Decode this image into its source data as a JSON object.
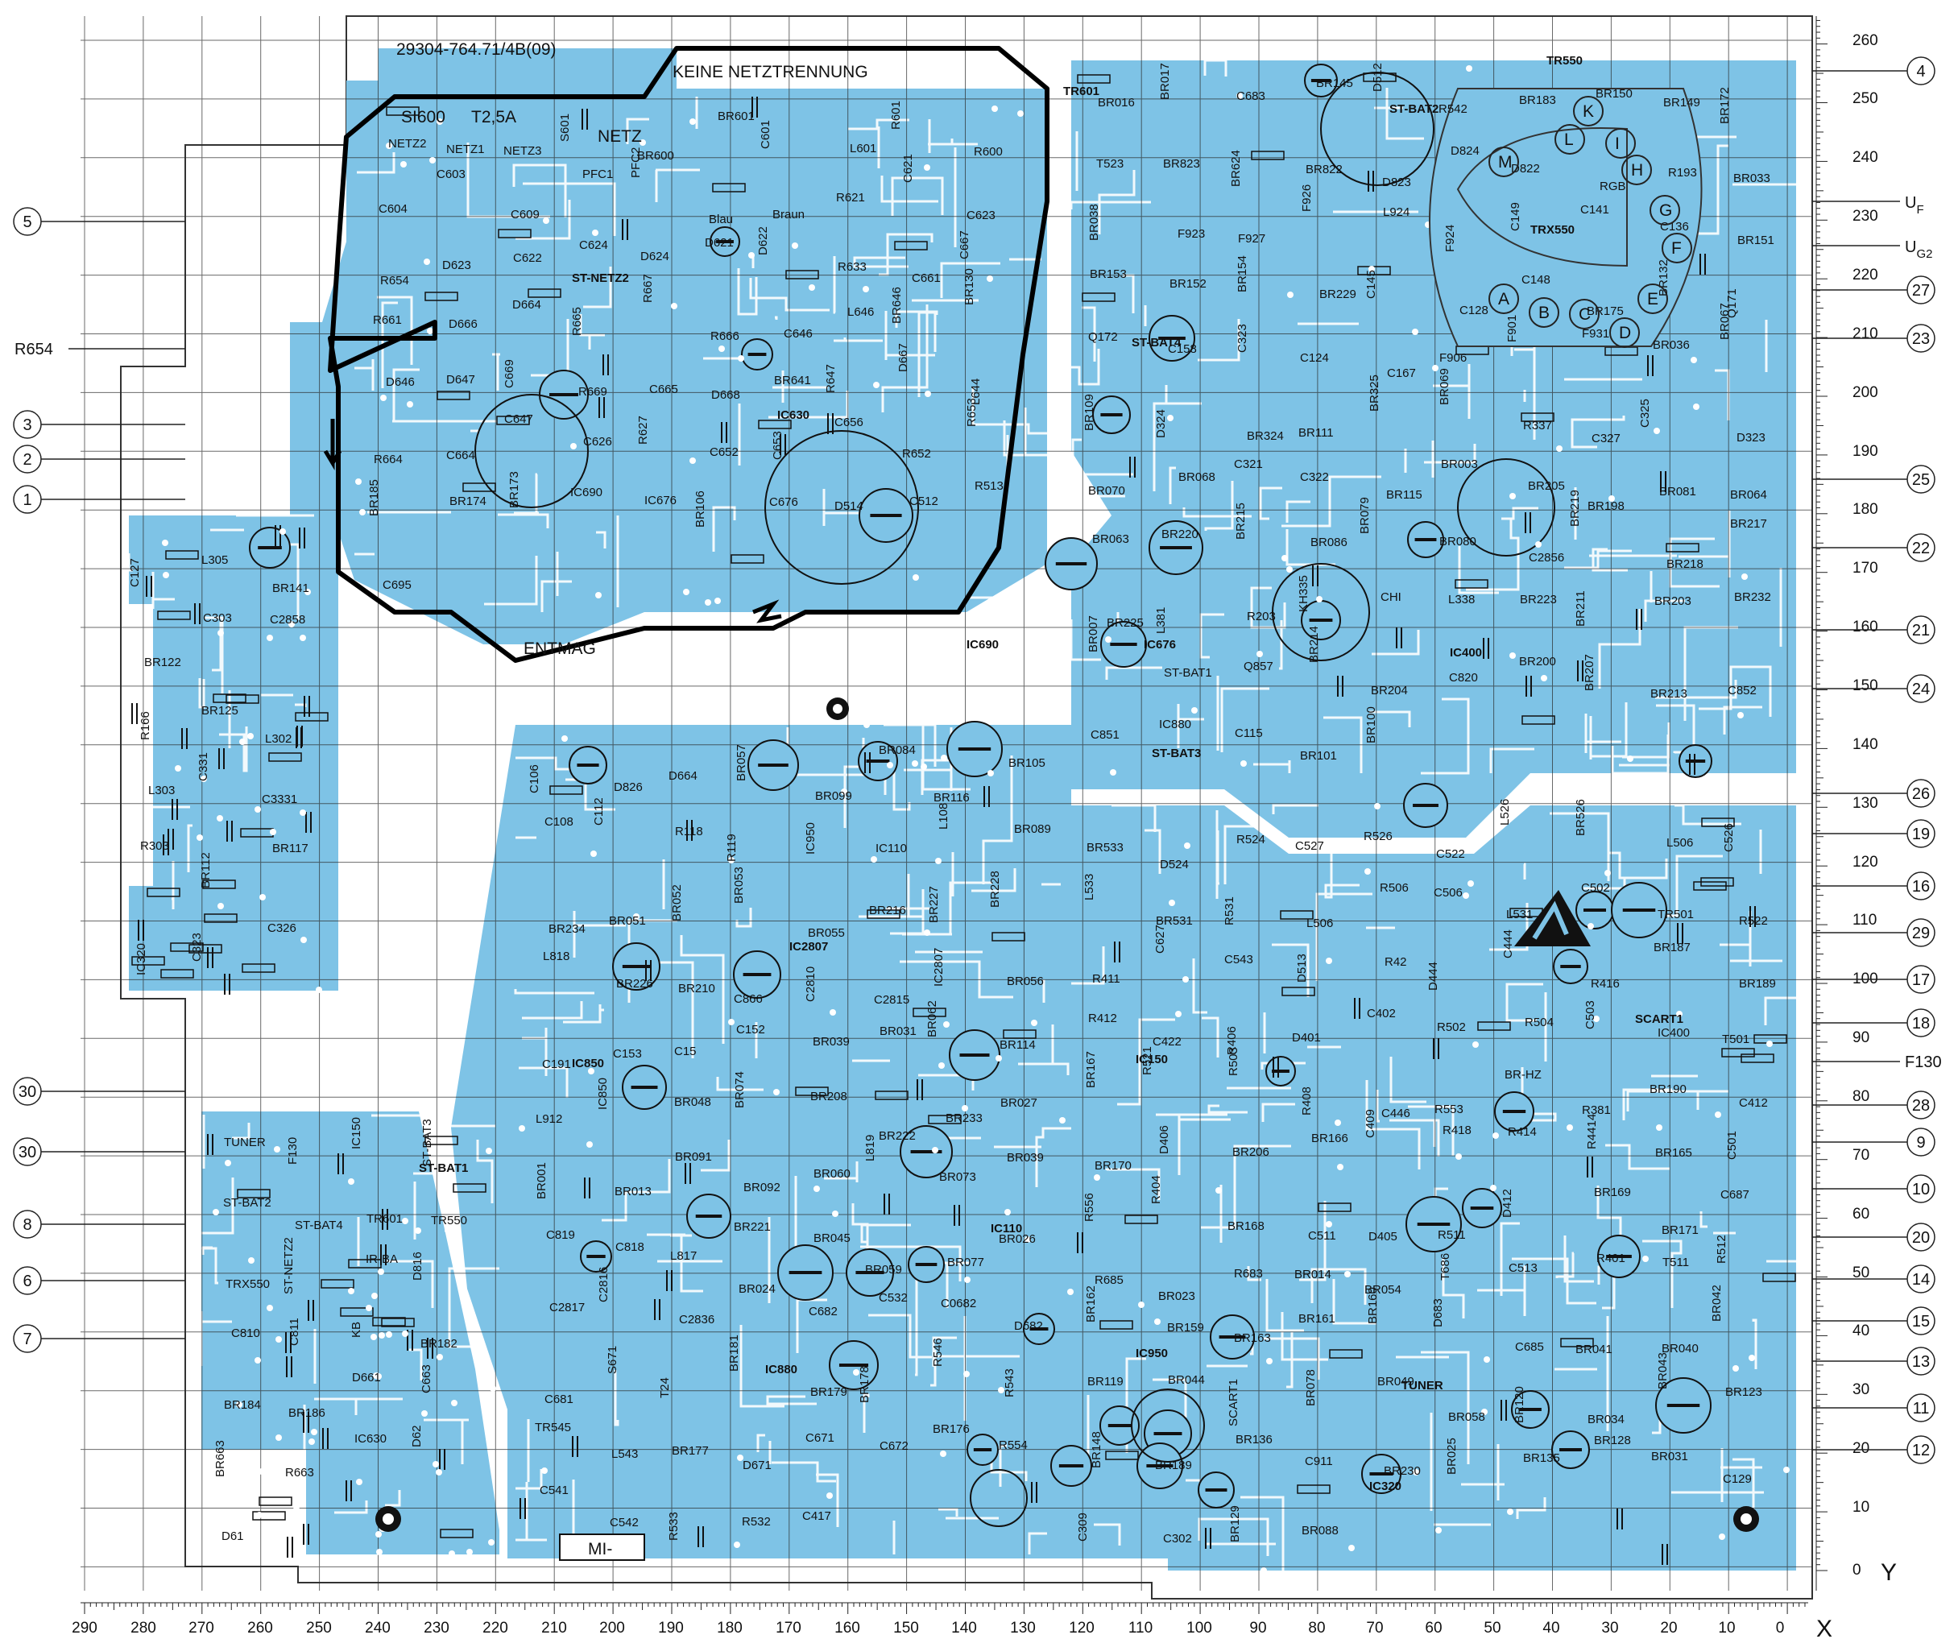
{
  "meta": {
    "colors": {
      "copper": "#7ec3e6",
      "copper_dark": "#5fb0dc",
      "ink": "#111111",
      "grid": "#2a2a2a",
      "paper": "#ffffff"
    }
  },
  "board": {
    "drawing_number": "29304-764.71/4B(09)",
    "warning_text": "KEINE NETZTRENNUNG",
    "fuse_label": "SI600",
    "fuse_rating": "T2,5A",
    "mains_label": "NETZ",
    "degauss_label": "ENTMAG",
    "mi_label": "MI-",
    "ic_labels": [
      "IC150",
      "IC110",
      "IC2807",
      "IC950",
      "IC850",
      "IC320",
      "IC400",
      "IC690",
      "IC676",
      "IC630",
      "IC880"
    ],
    "transformer_labels": [
      "TRX550",
      "TR550",
      "TR601"
    ],
    "connector_labels": [
      "SCART1",
      "TUNER",
      "ST-BAT1",
      "ST-BAT2",
      "ST-BAT3",
      "ST-BAT4",
      "ST-NETZ2"
    ]
  },
  "axes": {
    "x_title": "X",
    "y_title": "Y",
    "x_ticks": [
      "290",
      "280",
      "270",
      "260",
      "250",
      "240",
      "230",
      "220",
      "210",
      "200",
      "190",
      "180",
      "170",
      "160",
      "150",
      "140",
      "130",
      "120",
      "110",
      "100",
      "90",
      "80",
      "70",
      "60",
      "50",
      "40",
      "30",
      "20",
      "10",
      "0"
    ],
    "y_ticks": [
      "260",
      "250",
      "240",
      "230",
      "220",
      "210",
      "200",
      "190",
      "180",
      "170",
      "160",
      "150",
      "140",
      "130",
      "120",
      "110",
      "100",
      "90",
      "80",
      "70",
      "60",
      "50",
      "40",
      "30",
      "20",
      "10",
      "0"
    ]
  },
  "callouts_left": [
    {
      "label": "5"
    },
    {
      "label": "R654"
    },
    {
      "label": "3"
    },
    {
      "label": "2"
    },
    {
      "label": "1"
    },
    {
      "label": "30"
    },
    {
      "label": "30"
    },
    {
      "label": "8"
    },
    {
      "label": "6"
    },
    {
      "label": "7"
    }
  ],
  "callouts_right": [
    {
      "label": "4"
    },
    {
      "label": "UF",
      "base": "U",
      "sub": "F"
    },
    {
      "label": "UG2",
      "base": "U",
      "sub": "G2"
    },
    {
      "label": "27"
    },
    {
      "label": "23"
    },
    {
      "label": "25"
    },
    {
      "label": "22"
    },
    {
      "label": "21"
    },
    {
      "label": "24"
    },
    {
      "label": "26"
    },
    {
      "label": "19"
    },
    {
      "label": "16"
    },
    {
      "label": "29"
    },
    {
      "label": "17"
    },
    {
      "label": "18"
    },
    {
      "label": "F130"
    },
    {
      "label": "28"
    },
    {
      "label": "9"
    },
    {
      "label": "10"
    },
    {
      "label": "20"
    },
    {
      "label": "14"
    },
    {
      "label": "15"
    },
    {
      "label": "13"
    },
    {
      "label": "11"
    },
    {
      "label": "12"
    }
  ],
  "crt_pins": [
    "K",
    "L",
    "I",
    "H",
    "G",
    "F",
    "E",
    "D",
    "C",
    "B",
    "A",
    "M"
  ],
  "component_labels": [
    {
      "t": "NETZ2"
    },
    {
      "t": "NETZ1"
    },
    {
      "t": "NETZ3"
    },
    {
      "t": "S601"
    },
    {
      "t": "BR600"
    },
    {
      "t": "BR601"
    },
    {
      "t": "C601"
    },
    {
      "t": "L601"
    },
    {
      "t": "R601"
    },
    {
      "t": "R600"
    },
    {
      "t": "C604"
    },
    {
      "t": "C603"
    },
    {
      "t": "C609"
    },
    {
      "t": "PFC1"
    },
    {
      "t": "PFC2"
    },
    {
      "t": "Blau"
    },
    {
      "t": "Braun"
    },
    {
      "t": "R621"
    },
    {
      "t": "C621"
    },
    {
      "t": "C623"
    },
    {
      "t": "R654"
    },
    {
      "t": "D623"
    },
    {
      "t": "C622"
    },
    {
      "t": "C624"
    },
    {
      "t": "D624"
    },
    {
      "t": "D621"
    },
    {
      "t": "D622"
    },
    {
      "t": "R633"
    },
    {
      "t": "C661"
    },
    {
      "t": "C667"
    },
    {
      "t": "R661"
    },
    {
      "t": "D666"
    },
    {
      "t": "D664"
    },
    {
      "t": "R665"
    },
    {
      "t": "R667"
    },
    {
      "t": "R666"
    },
    {
      "t": "C646"
    },
    {
      "t": "L646"
    },
    {
      "t": "BR646"
    },
    {
      "t": "BR130"
    },
    {
      "t": "D646"
    },
    {
      "t": "D647"
    },
    {
      "t": "C669"
    },
    {
      "t": "R669"
    },
    {
      "t": "C665"
    },
    {
      "t": "D668"
    },
    {
      "t": "BR641"
    },
    {
      "t": "R647"
    },
    {
      "t": "D667"
    },
    {
      "t": "L644"
    },
    {
      "t": "R664"
    },
    {
      "t": "C664"
    },
    {
      "t": "C647"
    },
    {
      "t": "C626"
    },
    {
      "t": "R627"
    },
    {
      "t": "C652"
    },
    {
      "t": "C653"
    },
    {
      "t": "C656"
    },
    {
      "t": "R652"
    },
    {
      "t": "R653"
    },
    {
      "t": "BR185"
    },
    {
      "t": "BR174"
    },
    {
      "t": "BR173"
    },
    {
      "t": "IC690"
    },
    {
      "t": "IC676"
    },
    {
      "t": "BR106"
    },
    {
      "t": "C676"
    },
    {
      "t": "D514"
    },
    {
      "t": "C512"
    },
    {
      "t": "R513"
    },
    {
      "t": "C695"
    },
    {
      "t": "BR016"
    },
    {
      "t": "BR017"
    },
    {
      "t": "C683"
    },
    {
      "t": "BR145"
    },
    {
      "t": "D512"
    },
    {
      "t": "R542"
    },
    {
      "t": "BR183"
    },
    {
      "t": "BR150"
    },
    {
      "t": "BR149"
    },
    {
      "t": "BR172"
    },
    {
      "t": "T523"
    },
    {
      "t": "BR823"
    },
    {
      "t": "BR624"
    },
    {
      "t": "BR822"
    },
    {
      "t": "D823"
    },
    {
      "t": "D824"
    },
    {
      "t": "D822"
    },
    {
      "t": "RGB"
    },
    {
      "t": "R193"
    },
    {
      "t": "BR033"
    },
    {
      "t": "BR038"
    },
    {
      "t": "F923"
    },
    {
      "t": "F927"
    },
    {
      "t": "F926"
    },
    {
      "t": "L924"
    },
    {
      "t": "F924"
    },
    {
      "t": "C149"
    },
    {
      "t": "C141"
    },
    {
      "t": "C136"
    },
    {
      "t": "BR151"
    },
    {
      "t": "BR153"
    },
    {
      "t": "BR152"
    },
    {
      "t": "BR154"
    },
    {
      "t": "BR229"
    },
    {
      "t": "C145"
    },
    {
      "t": "C128"
    },
    {
      "t": "C148"
    },
    {
      "t": "BR175"
    },
    {
      "t": "BR132"
    },
    {
      "t": "Q171"
    },
    {
      "t": "Q172"
    },
    {
      "t": "C158"
    },
    {
      "t": "C323"
    },
    {
      "t": "C124"
    },
    {
      "t": "C167"
    },
    {
      "t": "F906"
    },
    {
      "t": "F901"
    },
    {
      "t": "F931"
    },
    {
      "t": "BR036"
    },
    {
      "t": "BR067"
    },
    {
      "t": "BR109"
    },
    {
      "t": "D324"
    },
    {
      "t": "BR324"
    },
    {
      "t": "BR111"
    },
    {
      "t": "BR325"
    },
    {
      "t": "BR069"
    },
    {
      "t": "R337"
    },
    {
      "t": "C327"
    },
    {
      "t": "C325"
    },
    {
      "t": "D323"
    },
    {
      "t": "BR070"
    },
    {
      "t": "BR068"
    },
    {
      "t": "C321"
    },
    {
      "t": "C322"
    },
    {
      "t": "BR115"
    },
    {
      "t": "BR003"
    },
    {
      "t": "BR205"
    },
    {
      "t": "BR198"
    },
    {
      "t": "BR081"
    },
    {
      "t": "BR064"
    },
    {
      "t": "BR063"
    },
    {
      "t": "BR220"
    },
    {
      "t": "BR215"
    },
    {
      "t": "BR086"
    },
    {
      "t": "BR079"
    },
    {
      "t": "BR080"
    },
    {
      "t": "C2856"
    },
    {
      "t": "BR219"
    },
    {
      "t": "BR218"
    },
    {
      "t": "BR217"
    },
    {
      "t": "BR225"
    },
    {
      "t": "L381"
    },
    {
      "t": "R203"
    },
    {
      "t": "KH335"
    },
    {
      "t": "CHI"
    },
    {
      "t": "L338"
    },
    {
      "t": "BR223"
    },
    {
      "t": "BR211"
    },
    {
      "t": "BR203"
    },
    {
      "t": "BR232"
    },
    {
      "t": "BR007"
    },
    {
      "t": "ST-BAT1"
    },
    {
      "t": "Q857"
    },
    {
      "t": "BR214"
    },
    {
      "t": "BR204"
    },
    {
      "t": "C820"
    },
    {
      "t": "BR200"
    },
    {
      "t": "BR207"
    },
    {
      "t": "BR213"
    },
    {
      "t": "C852"
    },
    {
      "t": "C851"
    },
    {
      "t": "IC880"
    },
    {
      "t": "C115"
    },
    {
      "t": "BR101"
    },
    {
      "t": "BR100"
    },
    {
      "t": "C106"
    },
    {
      "t": "D826"
    },
    {
      "t": "D664"
    },
    {
      "t": "BR057"
    },
    {
      "t": "BR099"
    },
    {
      "t": "BR084"
    },
    {
      "t": "BR116"
    },
    {
      "t": "BR105"
    },
    {
      "t": "C108"
    },
    {
      "t": "C112"
    },
    {
      "t": "R118"
    },
    {
      "t": "R119"
    },
    {
      "t": "IC950"
    },
    {
      "t": "IC110"
    },
    {
      "t": "L108"
    },
    {
      "t": "BR089"
    },
    {
      "t": "BR234"
    },
    {
      "t": "BR051"
    },
    {
      "t": "BR052"
    },
    {
      "t": "BR053"
    },
    {
      "t": "BR055"
    },
    {
      "t": "BR216"
    },
    {
      "t": "BR227"
    },
    {
      "t": "BR228"
    },
    {
      "t": "L818"
    },
    {
      "t": "BR226"
    },
    {
      "t": "BR210"
    },
    {
      "t": "C866"
    },
    {
      "t": "C2810"
    },
    {
      "t": "C2815"
    },
    {
      "t": "IC2807"
    },
    {
      "t": "BR056"
    },
    {
      "t": "C191"
    },
    {
      "t": "C153"
    },
    {
      "t": "C15"
    },
    {
      "t": "C152"
    },
    {
      "t": "BR039"
    },
    {
      "t": "BR031"
    },
    {
      "t": "BR062"
    },
    {
      "t": "BR114"
    },
    {
      "t": "L912"
    },
    {
      "t": "IC850"
    },
    {
      "t": "BR048"
    },
    {
      "t": "BR074"
    },
    {
      "t": "BR208"
    },
    {
      "t": "BR222"
    },
    {
      "t": "BR233"
    },
    {
      "t": "BR027"
    },
    {
      "t": "BR001"
    },
    {
      "t": "BR013"
    },
    {
      "t": "BR091"
    },
    {
      "t": "BR092"
    },
    {
      "t": "BR060"
    },
    {
      "t": "L819"
    },
    {
      "t": "BR073"
    },
    {
      "t": "BR039"
    },
    {
      "t": "C819"
    },
    {
      "t": "C818"
    },
    {
      "t": "L817"
    },
    {
      "t": "BR221"
    },
    {
      "t": "BR045"
    },
    {
      "t": "BR059"
    },
    {
      "t": "BR077"
    },
    {
      "t": "BR026"
    },
    {
      "t": "C2817"
    },
    {
      "t": "C2816"
    },
    {
      "t": "C2836"
    },
    {
      "t": "BR024"
    },
    {
      "t": "C682"
    },
    {
      "t": "C532"
    },
    {
      "t": "C0682"
    },
    {
      "t": "D682"
    },
    {
      "t": "C681"
    },
    {
      "t": "S671"
    },
    {
      "t": "T24"
    },
    {
      "t": "BR181"
    },
    {
      "t": "BR179"
    },
    {
      "t": "BR178"
    },
    {
      "t": "R546"
    },
    {
      "t": "R543"
    },
    {
      "t": "TR545"
    },
    {
      "t": "L543"
    },
    {
      "t": "BR177"
    },
    {
      "t": "D671"
    },
    {
      "t": "C671"
    },
    {
      "t": "C672"
    },
    {
      "t": "BR176"
    },
    {
      "t": "R554"
    },
    {
      "t": "C541"
    },
    {
      "t": "C542"
    },
    {
      "t": "R533"
    },
    {
      "t": "R532"
    },
    {
      "t": "C417"
    },
    {
      "t": "BR533"
    },
    {
      "t": "D524"
    },
    {
      "t": "R524"
    },
    {
      "t": "C527"
    },
    {
      "t": "R526"
    },
    {
      "t": "C522"
    },
    {
      "t": "L526"
    },
    {
      "t": "BR526"
    },
    {
      "t": "L506"
    },
    {
      "t": "C526"
    },
    {
      "t": "L533"
    },
    {
      "t": "BR531"
    },
    {
      "t": "R531"
    },
    {
      "t": "L506"
    },
    {
      "t": "R506"
    },
    {
      "t": "C506"
    },
    {
      "t": "L531"
    },
    {
      "t": "C502"
    },
    {
      "t": "TR501"
    },
    {
      "t": "R522"
    },
    {
      "t": "R411"
    },
    {
      "t": "C627"
    },
    {
      "t": "C543"
    },
    {
      "t": "D513"
    },
    {
      "t": "R42"
    },
    {
      "t": "D444"
    },
    {
      "t": "C444"
    },
    {
      "t": "R416"
    },
    {
      "t": "BR187"
    },
    {
      "t": "BR189"
    },
    {
      "t": "R412"
    },
    {
      "t": "C422"
    },
    {
      "t": "R406"
    },
    {
      "t": "D401"
    },
    {
      "t": "C402"
    },
    {
      "t": "R502"
    },
    {
      "t": "R504"
    },
    {
      "t": "C503"
    },
    {
      "t": "IC400"
    },
    {
      "t": "T501"
    },
    {
      "t": "BR167"
    },
    {
      "t": "R521"
    },
    {
      "t": "R503"
    },
    {
      "t": "R408"
    },
    {
      "t": "C446"
    },
    {
      "t": "R553"
    },
    {
      "t": "BR-HZ"
    },
    {
      "t": "R381"
    },
    {
      "t": "BR190"
    },
    {
      "t": "C412"
    },
    {
      "t": "BR170"
    },
    {
      "t": "D406"
    },
    {
      "t": "BR206"
    },
    {
      "t": "BR166"
    },
    {
      "t": "C409"
    },
    {
      "t": "R418"
    },
    {
      "t": "R414"
    },
    {
      "t": "R4414"
    },
    {
      "t": "BR165"
    },
    {
      "t": "C501"
    },
    {
      "t": "R556"
    },
    {
      "t": "R404"
    },
    {
      "t": "BR168"
    },
    {
      "t": "C511"
    },
    {
      "t": "D405"
    },
    {
      "t": "R511"
    },
    {
      "t": "D412"
    },
    {
      "t": "BR169"
    },
    {
      "t": "BR171"
    },
    {
      "t": "C687"
    },
    {
      "t": "R685"
    },
    {
      "t": "BR023"
    },
    {
      "t": "R683"
    },
    {
      "t": "BR014"
    },
    {
      "t": "BR054"
    },
    {
      "t": "T686"
    },
    {
      "t": "C513"
    },
    {
      "t": "R401"
    },
    {
      "t": "T511"
    },
    {
      "t": "R512"
    },
    {
      "t": "BR162"
    },
    {
      "t": "BR159"
    },
    {
      "t": "BR163"
    },
    {
      "t": "BR161"
    },
    {
      "t": "BR160"
    },
    {
      "t": "D683"
    },
    {
      "t": "C685"
    },
    {
      "t": "BR041"
    },
    {
      "t": "BR040"
    },
    {
      "t": "BR042"
    },
    {
      "t": "BR119"
    },
    {
      "t": "BR044"
    },
    {
      "t": "SCART1"
    },
    {
      "t": "BR078"
    },
    {
      "t": "BR049"
    },
    {
      "t": "BR058"
    },
    {
      "t": "BR120"
    },
    {
      "t": "BR034"
    },
    {
      "t": "BR043"
    },
    {
      "t": "BR123"
    },
    {
      "t": "BR148"
    },
    {
      "t": "BR189"
    },
    {
      "t": "BR136"
    },
    {
      "t": "C911"
    },
    {
      "t": "BR230"
    },
    {
      "t": "BR025"
    },
    {
      "t": "BR135"
    },
    {
      "t": "BR128"
    },
    {
      "t": "BR031"
    },
    {
      "t": "C129"
    },
    {
      "t": "C309"
    },
    {
      "t": "C302"
    },
    {
      "t": "BR129"
    },
    {
      "t": "BR088"
    },
    {
      "t": "C127"
    },
    {
      "t": "L305"
    },
    {
      "t": "BR141"
    },
    {
      "t": "BR122"
    },
    {
      "t": "C303"
    },
    {
      "t": "C2858"
    },
    {
      "t": "R166"
    },
    {
      "t": "BR125"
    },
    {
      "t": "L302"
    },
    {
      "t": "L303"
    },
    {
      "t": "C331"
    },
    {
      "t": "C3331"
    },
    {
      "t": "R303"
    },
    {
      "t": "BR112"
    },
    {
      "t": "BR117"
    },
    {
      "t": "IC320"
    },
    {
      "t": "C323"
    },
    {
      "t": "C326"
    },
    {
      "t": "TUNER"
    },
    {
      "t": "F130"
    },
    {
      "t": "IC150"
    },
    {
      "t": "ST-BAT3"
    },
    {
      "t": "ST-BAT2"
    },
    {
      "t": "ST-BAT4"
    },
    {
      "t": "TR601"
    },
    {
      "t": "TR550"
    },
    {
      "t": "TRX550"
    },
    {
      "t": "ST-NETZ2"
    },
    {
      "t": "IR-BA"
    },
    {
      "t": "D816"
    },
    {
      "t": "C810"
    },
    {
      "t": "C811"
    },
    {
      "t": "KB"
    },
    {
      "t": "BR182"
    },
    {
      "t": "BR184"
    },
    {
      "t": "BR186"
    },
    {
      "t": "D661"
    },
    {
      "t": "C663"
    },
    {
      "t": "BR663"
    },
    {
      "t": "R663"
    },
    {
      "t": "IC630"
    },
    {
      "t": "D62"
    },
    {
      "t": "D61"
    }
  ]
}
